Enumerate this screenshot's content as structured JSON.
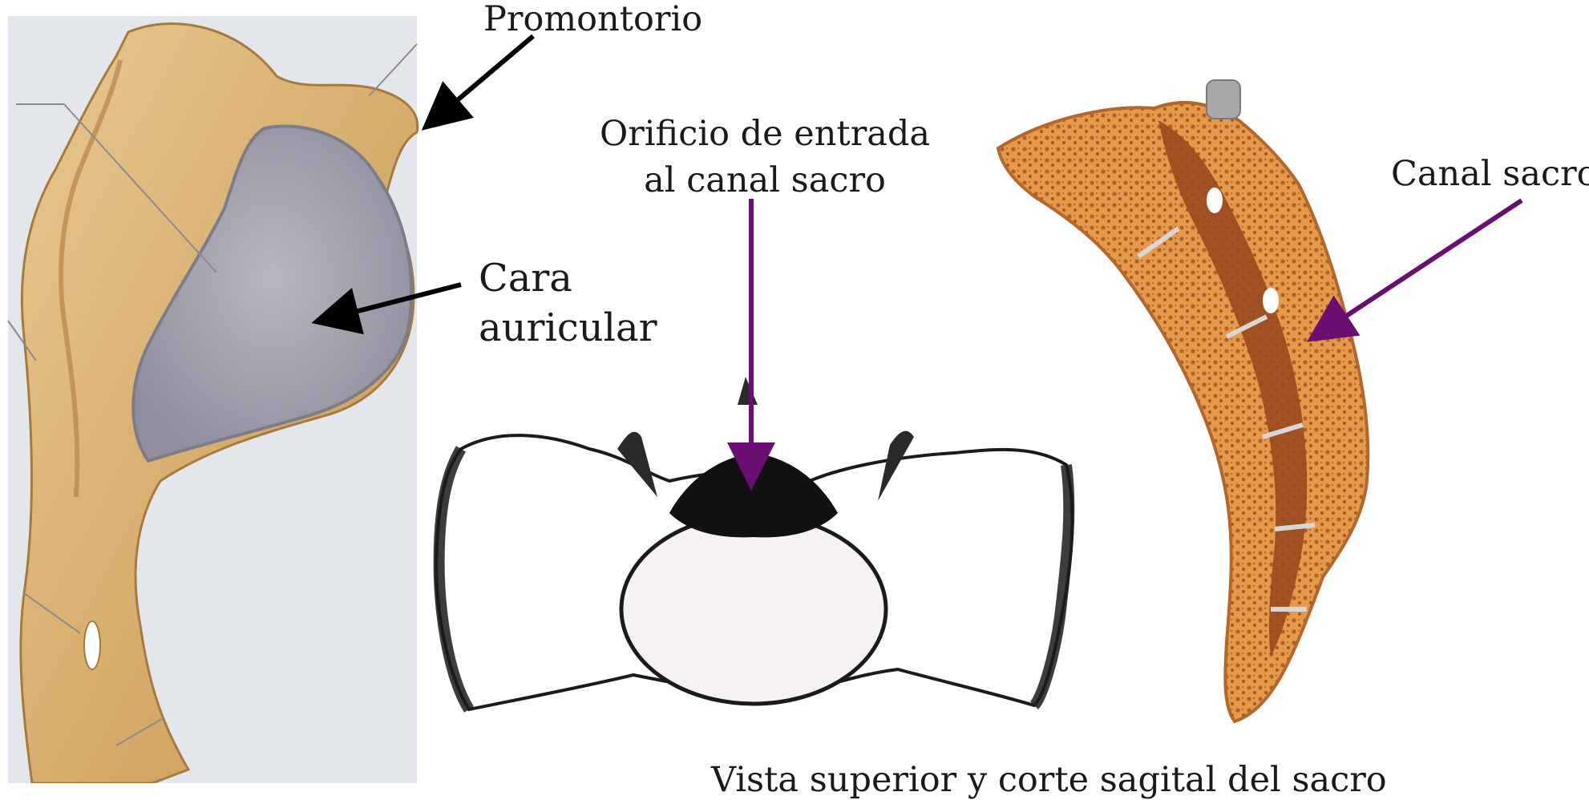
{
  "labels": {
    "promontorio": "Promontorio",
    "cara_line1": "Cara",
    "cara_line2": "auricular",
    "orificio_line1": "Orificio de entrada",
    "orificio_line2": "al canal sacro",
    "canal_sacro": "Canal sacro",
    "caption": "Vista superior y corte sagital del sacro"
  },
  "colors": {
    "bone_yellow": "#d9b070",
    "auricular_gray": "#a7a6b4",
    "bone_orange": "#d9883e",
    "canal_brown": "#9a4a1e",
    "arrow_black": "#000000",
    "arrow_purple": "#6b0e74",
    "sketch_dark": "#1b1b1b"
  }
}
